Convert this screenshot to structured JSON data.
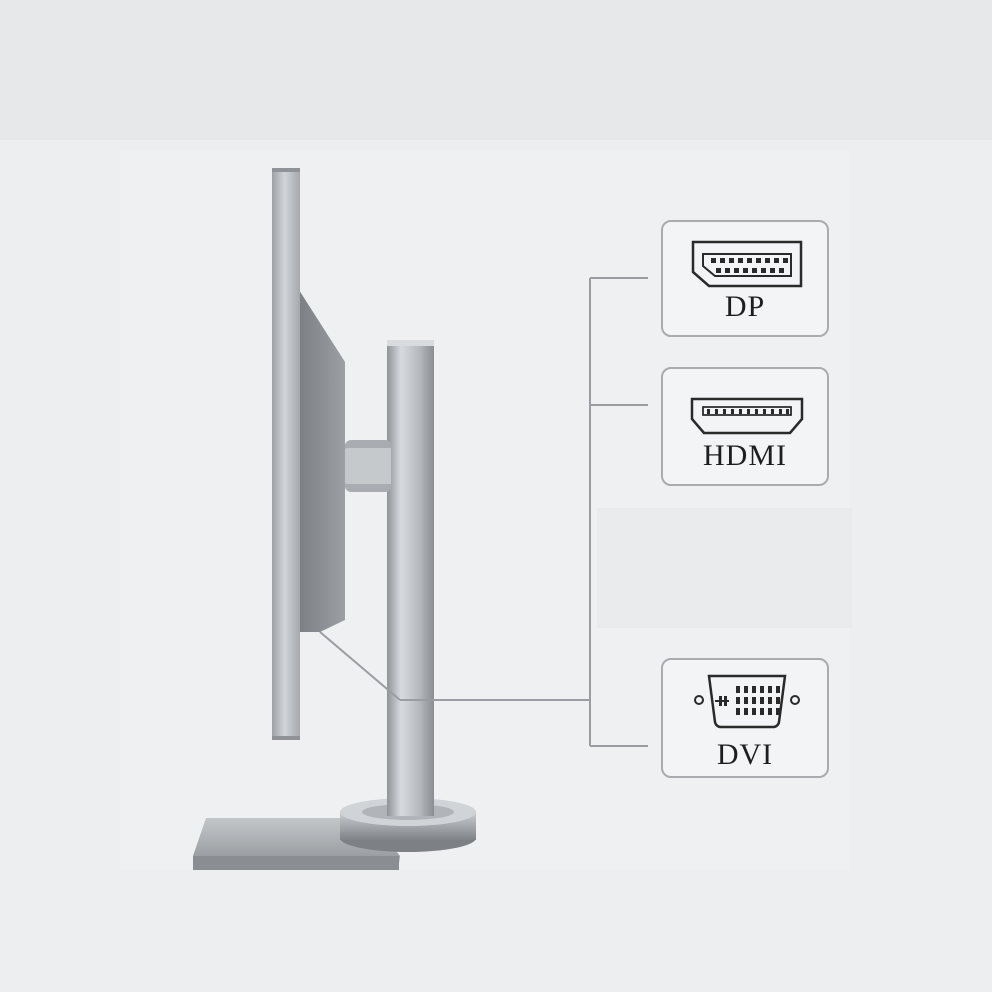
{
  "ports": [
    {
      "id": "dp",
      "label": "DP",
      "icon": "displayport-icon"
    },
    {
      "id": "hdmi",
      "label": "HDMI",
      "icon": "hdmi-icon"
    },
    {
      "id": "dvi",
      "label": "DVI",
      "icon": "dvi-icon"
    }
  ],
  "colors": {
    "background": "#eceef0",
    "aluminum": "#b7bbbf",
    "aluminum_dark": "#8e9296",
    "line": "#9a9ea2",
    "box_border": "#a8acb0"
  }
}
